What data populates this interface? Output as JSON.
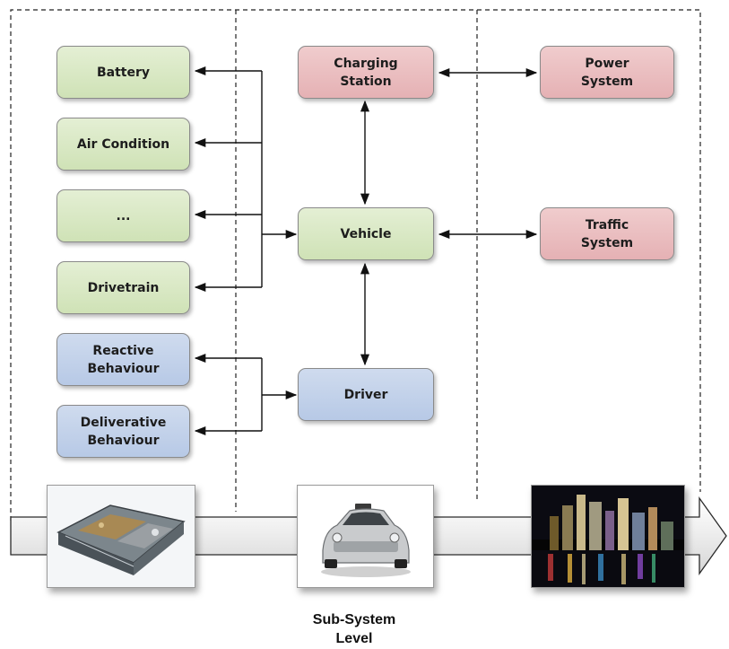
{
  "nodes": {
    "battery": "Battery",
    "air_condition": "Air Condition",
    "ellipsis": "...",
    "drivetrain": "Drivetrain",
    "reactive_behaviour": "Reactive\nBehaviour",
    "deliverative_behaviour": "Deliverative\nBehaviour",
    "charging_station": "Charging\nStation",
    "vehicle": "Vehicle",
    "driver": "Driver",
    "power_system": "Power\nSystem",
    "traffic_system": "Traffic\nSystem"
  },
  "caption": {
    "line1": "Sub-System",
    "line2": "Level"
  },
  "images": {
    "left": "battery pack photo",
    "center": "taxi car photo",
    "right": "city skyline at night photo"
  },
  "colors": {
    "component_fill": "#d9e8c4",
    "infrastructure_fill": "#ebc0c2",
    "behaviour_fill": "#c3d2ea",
    "line": "#111111"
  }
}
